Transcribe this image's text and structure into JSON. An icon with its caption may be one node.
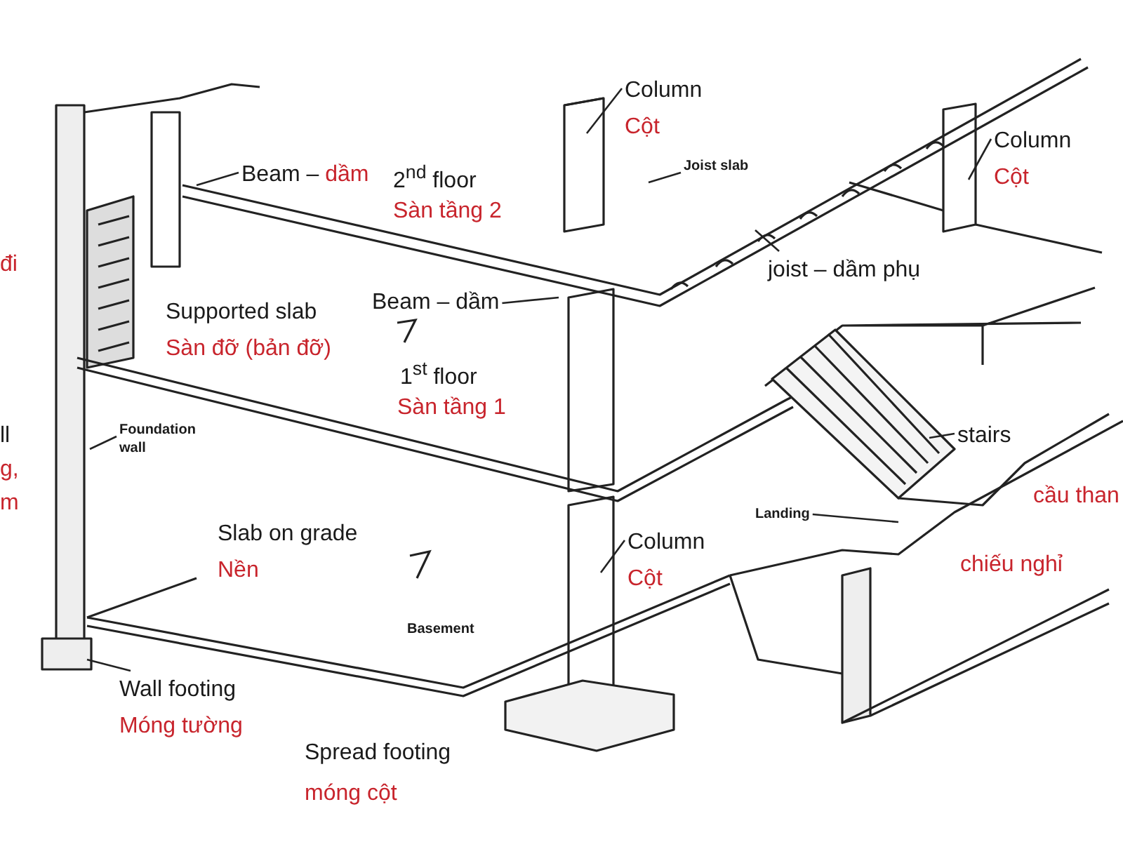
{
  "diagram": {
    "nodes": [
      {
        "text": [
          "Column",
          "Cột"
        ]
      },
      {
        "text": [
          "Joist slab"
        ]
      },
      {
        "text": [
          "Column",
          "Cột"
        ]
      },
      {
        "text": [
          "Beam – dầm"
        ]
      },
      {
        "text": [
          "joist – dầm phụ"
        ]
      },
      {
        "text": [
          "Beam – dầm"
        ]
      },
      {
        "text": [
          "Foundation wall"
        ]
      },
      {
        "text": [
          "stairs"
        ]
      },
      {
        "text": [
          "Landing"
        ]
      },
      {
        "text": [
          "Column",
          "Cột"
        ]
      },
      {
        "text": [
          "Wall footing",
          "Móng tường"
        ]
      }
    ],
    "edges": [
      {
        "from": 0,
        "to": null,
        "arrow": "none"
      },
      {
        "from": 1,
        "to": null,
        "arrow": "none"
      },
      {
        "from": 2,
        "to": null,
        "arrow": "none"
      },
      {
        "from": 3,
        "to": null,
        "arrow": "none"
      },
      {
        "from": 4,
        "to": null,
        "arrow": "none"
      },
      {
        "from": 5,
        "to": null,
        "arrow": "none"
      },
      {
        "from": 6,
        "to": null,
        "arrow": "none"
      },
      {
        "from": 7,
        "to": null,
        "arrow": "none"
      },
      {
        "from": 8,
        "to": null,
        "arrow": "none"
      },
      {
        "from": 9,
        "to": null,
        "arrow": "none"
      },
      {
        "from": 10,
        "to": null,
        "arrow": "none"
      }
    ],
    "labels": [
      "2$^{nd}$ floor",
      "Sàn tầng 2",
      "đi",
      "Supported slab",
      "Sàn đỡ (bản đỡ)",
      "1$^{st}$ floor",
      "Sàn tầng 1",
      "ll",
      "g,",
      "m",
      "Slab on grade",
      "Nền",
      "cầu than",
      "chiếu nghỉ",
      "Basement",
      "Spread footing",
      "móng cột"
    ]
  }
}
